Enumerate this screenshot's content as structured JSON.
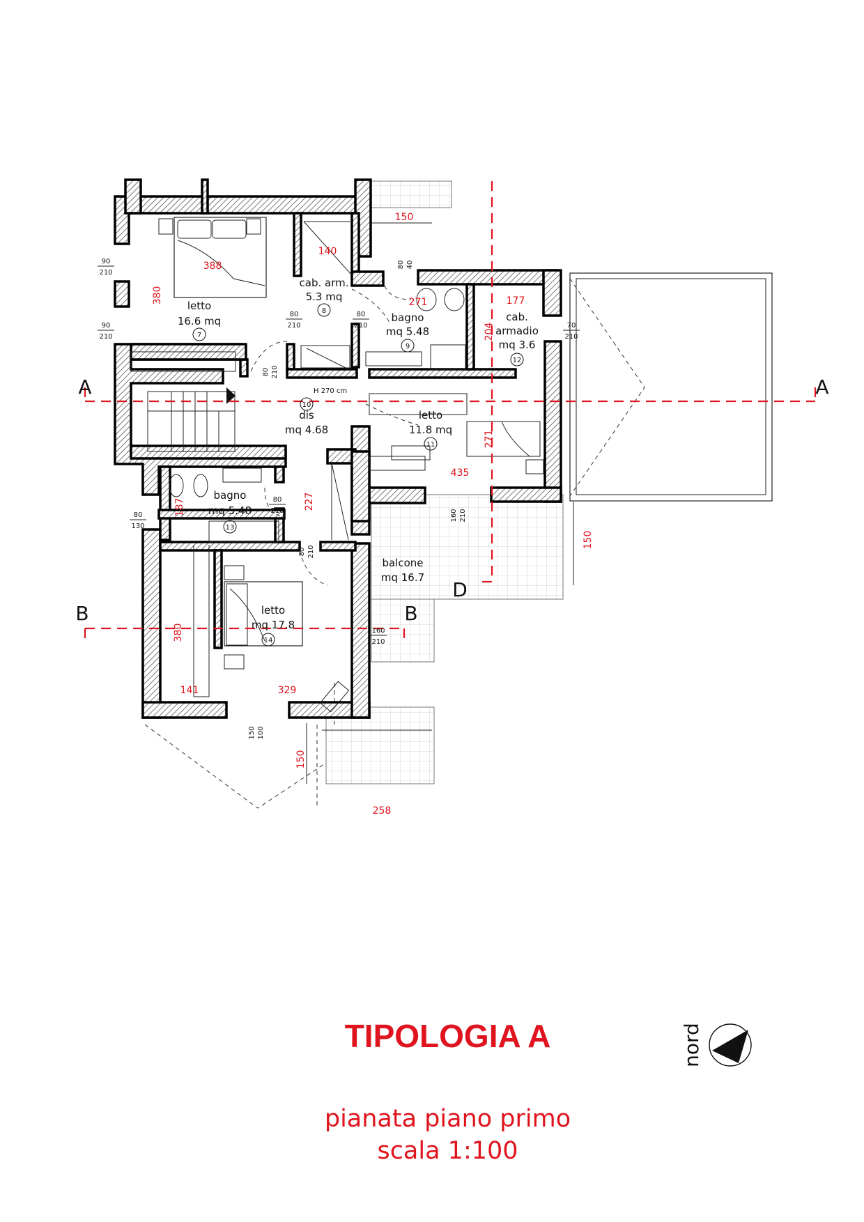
{
  "title": "TIPOLOGIA A",
  "subtitle": "pianata piano primo",
  "scale": "scala 1:100",
  "north_label": "nord",
  "rooms": [
    {
      "name": "letto",
      "area": "16.6 mq",
      "num": "7"
    },
    {
      "name": "cab. arm.",
      "area": "5.3 mq",
      "num": "8"
    },
    {
      "name": "bagno",
      "area": "mq 5.48",
      "num": "9"
    },
    {
      "name": "cab.",
      "name2": "armadio",
      "area": "mq 3.6",
      "num": "12"
    },
    {
      "name": "dis",
      "area": "mq 4.68",
      "num": "10"
    },
    {
      "name": "letto",
      "area": "11.8 mq",
      "num": "11"
    },
    {
      "name": "bagno",
      "area": "mq 5.48",
      "num": "13"
    },
    {
      "name": "letto",
      "area": "mq 17.8",
      "num": "14"
    },
    {
      "name": "balcone",
      "area": "mq 16.7"
    }
  ],
  "height_note": "H 270 cm",
  "section_marks": {
    "a": "A",
    "b": "B",
    "d": "D"
  },
  "dims_red": [
    "150",
    "140",
    "388",
    "380",
    "271",
    "177",
    "204",
    "271",
    "435",
    "187",
    "227",
    "150",
    "380",
    "141",
    "329",
    "150",
    "258"
  ],
  "door_dims": {
    "d90a_w": "90",
    "d90a_h": "210",
    "d90b_w": "90",
    "d90b_h": "210",
    "d80_40a": "80",
    "d80_40b": "40",
    "d80a_w": "80",
    "d80a_h": "210",
    "d80b_w": "80",
    "d80b_h": "210",
    "d80c_w": "80",
    "d80c_h": "210",
    "d70_w": "70",
    "d70_h": "210",
    "d80d_w": "80",
    "d80d_h": "130",
    "d80e_w": "80",
    "d80e_h": "210",
    "d160a_w": "160",
    "d160a_h": "210",
    "d80f_w": "80",
    "d80f_h": "210",
    "d160b_w": "160",
    "d160b_h": "210",
    "d150_w": "150",
    "d150_h": "100"
  }
}
